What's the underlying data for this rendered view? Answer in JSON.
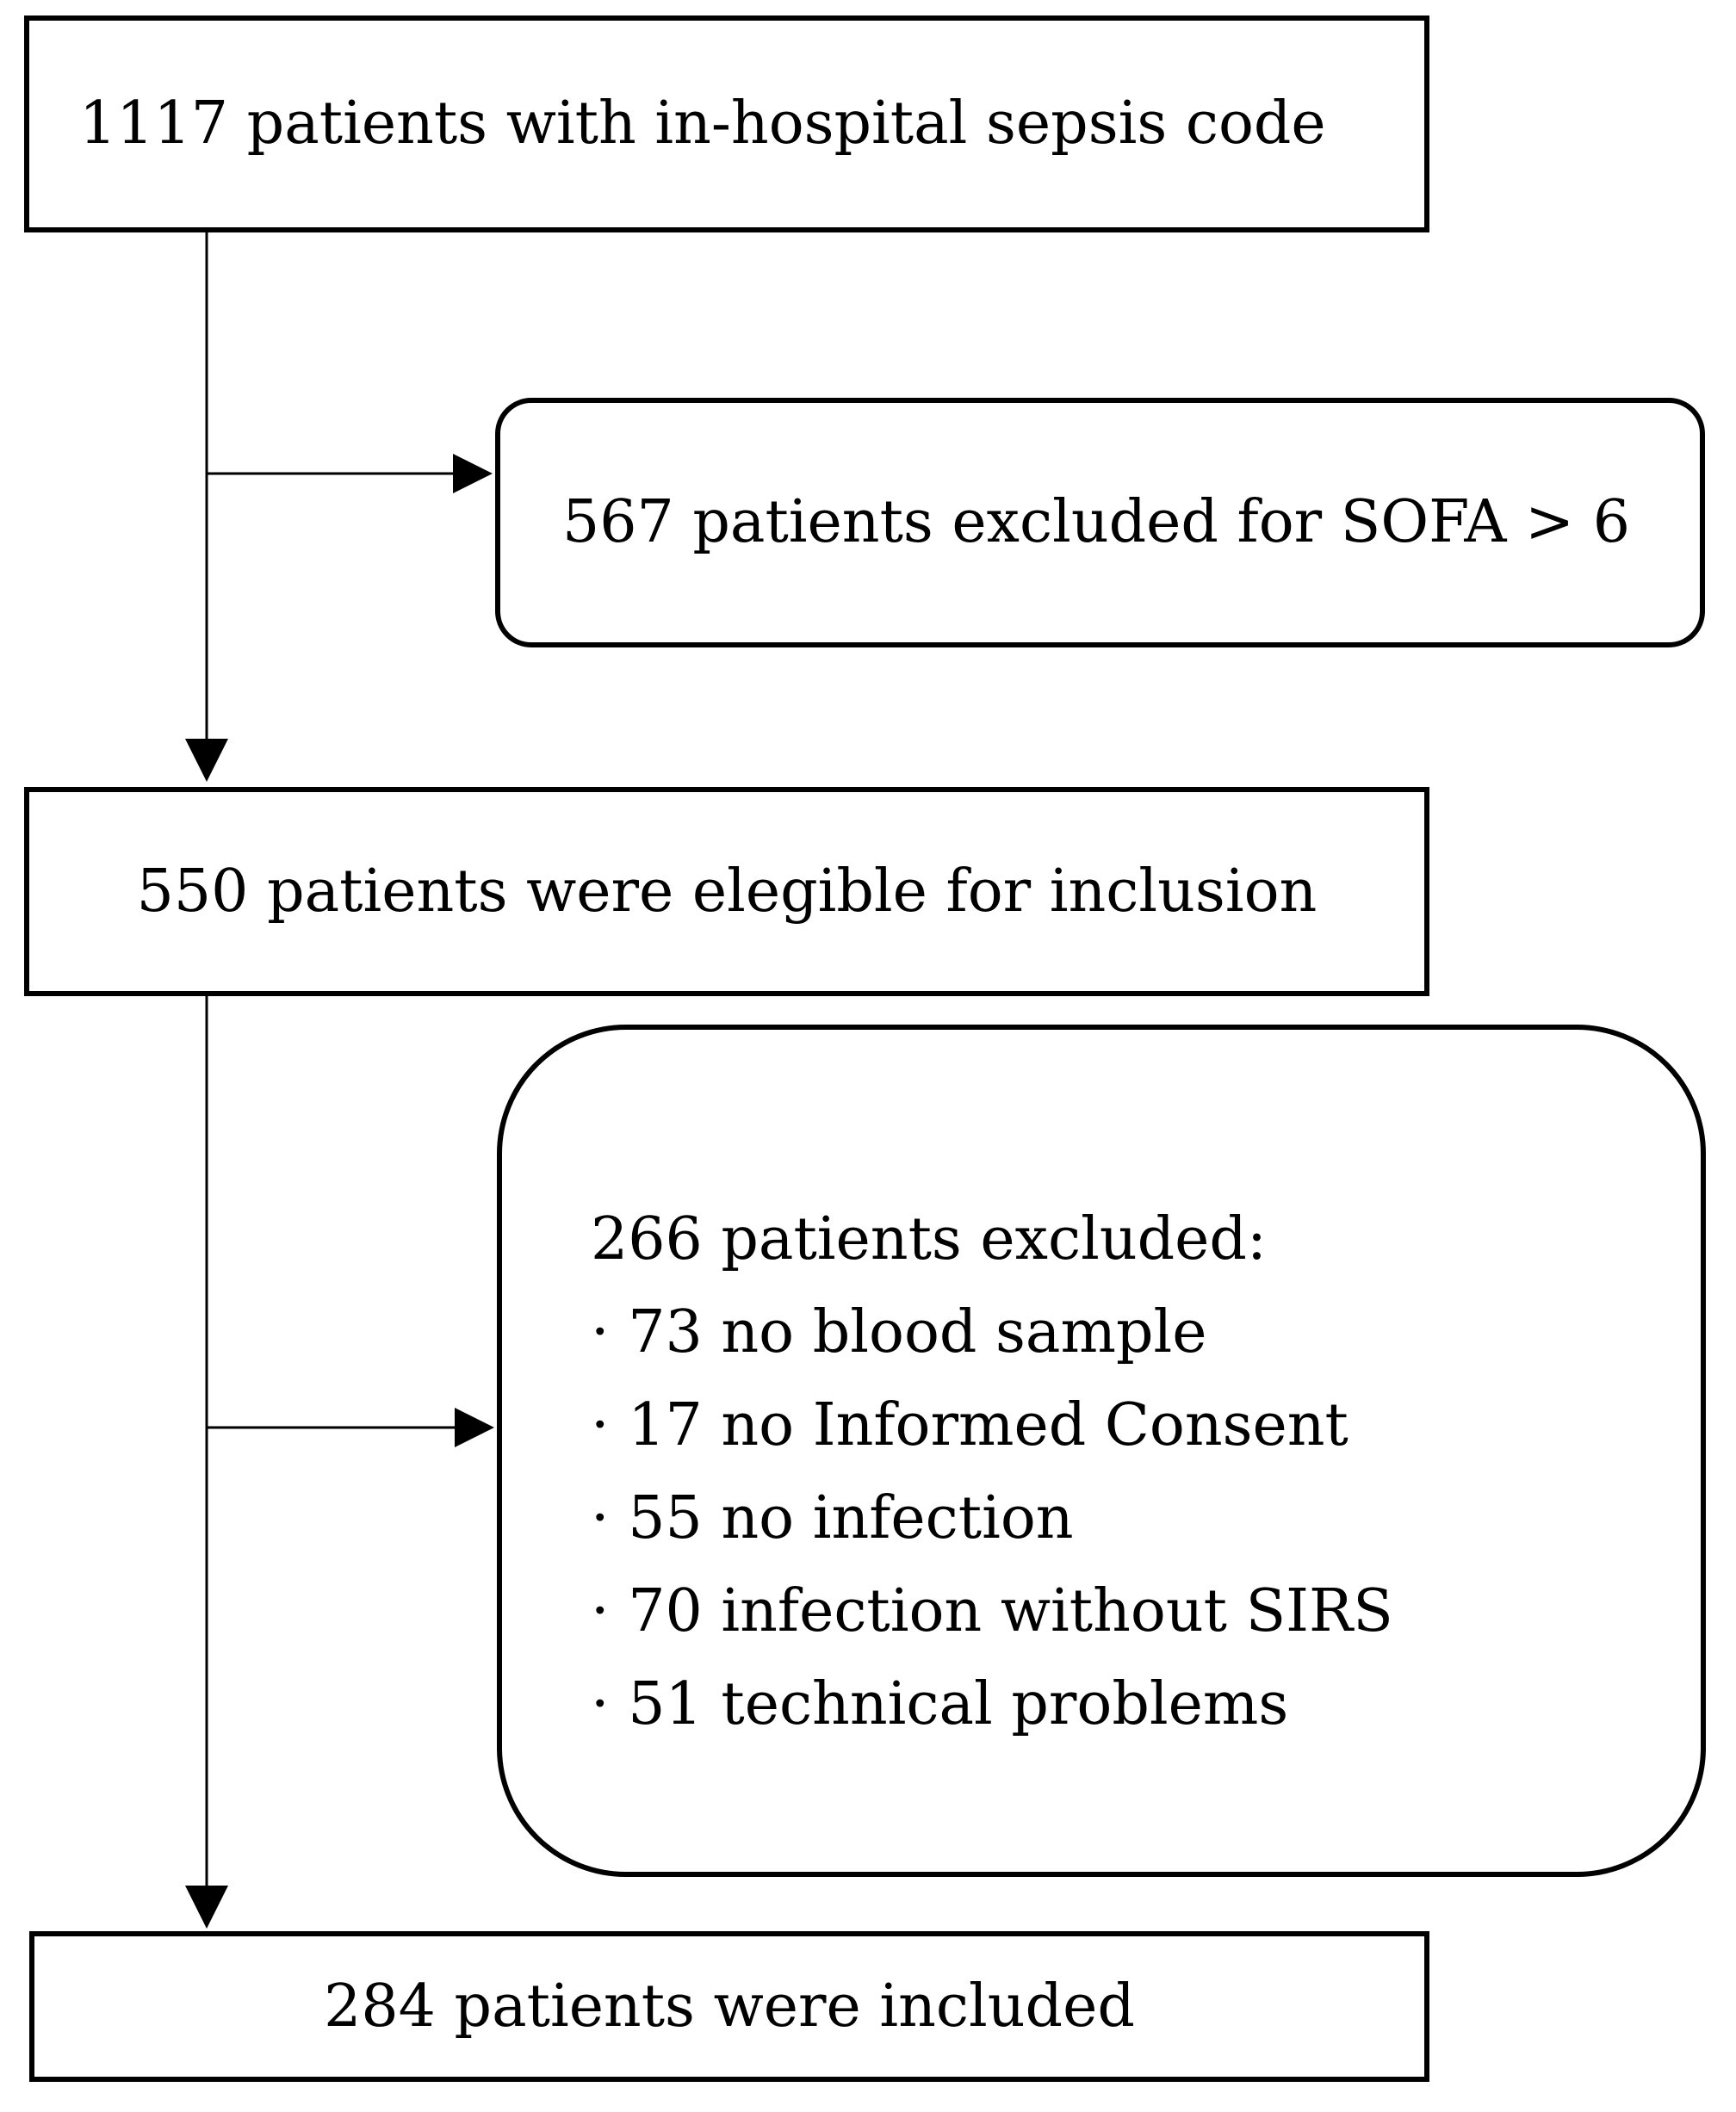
{
  "flow": {
    "start": "1117 patients with in-hospital sepsis code",
    "exclusion_1": "567 patients excluded for SOFA > 6",
    "eligible": "550 patients were elegible for inclusion",
    "exclusion_2": {
      "heading": "266 patients excluded:",
      "items": [
        "· 73 no blood sample",
        "· 17 no Informed Consent",
        "· 55 no infection",
        "· 70 infection without SIRS",
        "· 51 technical problems"
      ]
    },
    "included": "284 patients were included"
  }
}
